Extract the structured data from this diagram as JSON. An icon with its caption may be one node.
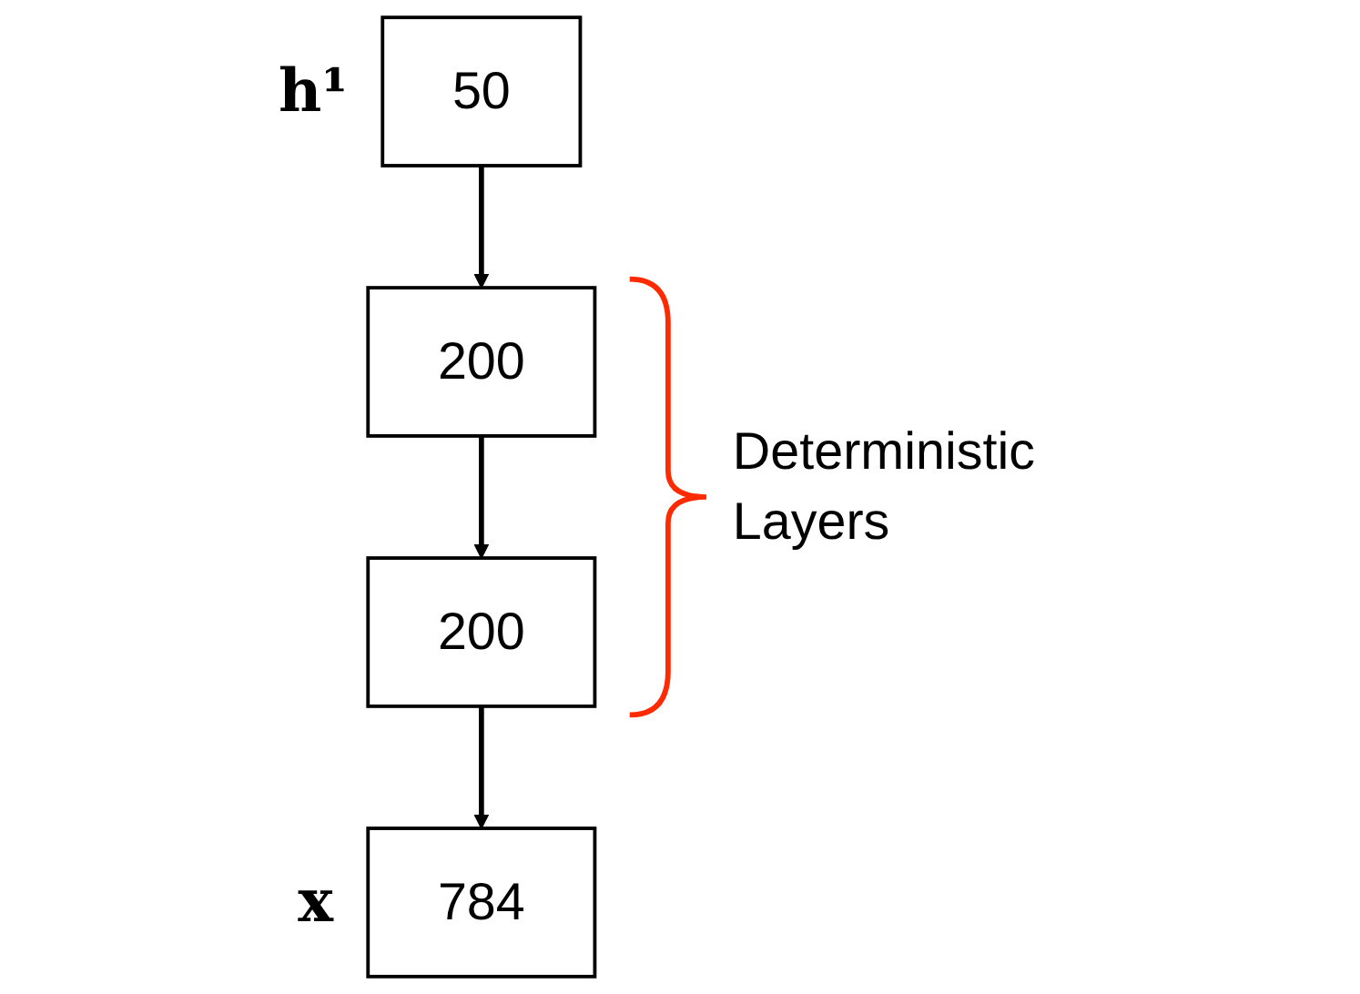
{
  "diagram": {
    "nodes": [
      {
        "text": [
          "50"
        ],
        "beside": [
          "h¹"
        ]
      },
      {
        "text": [
          "200"
        ]
      },
      {
        "text": [
          "200"
        ]
      },
      {
        "text": [
          "784"
        ],
        "beside": [
          "x"
        ]
      }
    ],
    "edges": [
      {
        "from": 0,
        "to": 1,
        "arrow": "to"
      },
      {
        "from": 1,
        "to": 2,
        "arrow": "to"
      },
      {
        "from": 2,
        "to": 3,
        "arrow": "to"
      }
    ],
    "labels": [
      "Deterministic Layers"
    ]
  }
}
